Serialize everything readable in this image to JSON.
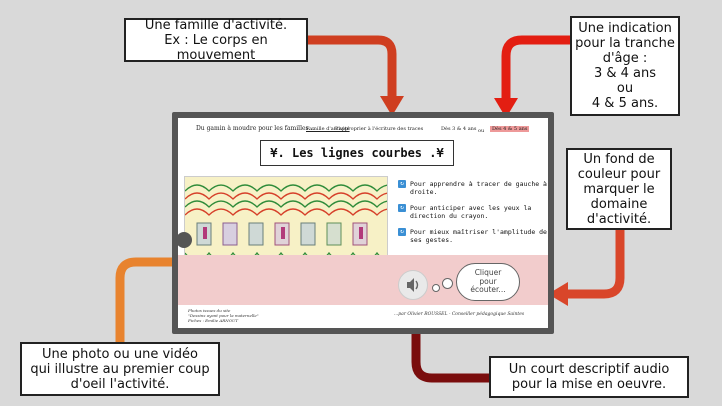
{
  "callouts": {
    "family": [
      "Une famille d'activité.",
      "Ex : Le corps en mouvement"
    ],
    "age": [
      "Une indication",
      "pour la tranche",
      "d'âge :",
      "3 & 4 ans",
      "ou",
      "4 & 5 ans."
    ],
    "color": [
      "Un fond de",
      "couleur pour",
      "marquer le",
      "domaine",
      "d'activité."
    ],
    "photo": [
      "Une photo ou une vidéo",
      "qui illustre au premier coup",
      "d'oeil l'activité."
    ],
    "audio": [
      "Un court descriptif audio",
      "pour la mise en oeuvre."
    ]
  },
  "topbar": {
    "site_title": "Du gamin à moudre pour les familles...",
    "family_link": "Famille d'activité",
    "domain": "S'approprier à l'écriture des traces",
    "age_3_4": "Dès 3 & 4 ans",
    "separator": "ou",
    "age_4_5": "Dès 4 & 5 ans"
  },
  "activity": {
    "title": "¥. Les lignes courbes .¥",
    "bullets": [
      "Pour apprendre à tracer de gauche à droite.",
      "Pour anticiper avec les yeux la direction du crayon.",
      "Pour mieux maîtriser l'amplitude de ses gestes."
    ]
  },
  "audio": {
    "cloud_text": [
      "Cliquer",
      "pour",
      "écouter..."
    ]
  },
  "footer": {
    "credits": [
      "Photos issues du site",
      "\"Dessins ayant pour la maternelle\"",
      "Fiches : Emilie ARNOUT"
    ],
    "author": "...par Olivier ROUSSEL - Conseiller pédagogique Saintes"
  },
  "colors": {
    "frame": "#555555",
    "pink_band": "#f2cccc",
    "bullet_icon": "#3a8fd4",
    "arrow_dark": "#7a0d0d",
    "arrow_red": "#d9311e",
    "arrow_orange": "#e67e2c"
  }
}
